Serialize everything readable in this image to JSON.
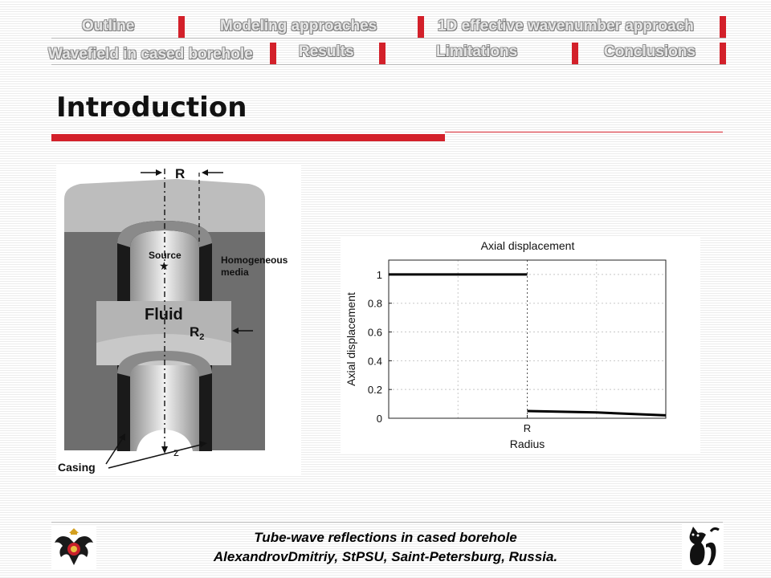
{
  "nav": {
    "outline": "Outline",
    "modeling": "Modeling approaches",
    "effective": "1D effective wavenumber approach",
    "wavefield": "Wavefield in cased borehole",
    "results": "Results",
    "limitations": "Limitations",
    "conclusions": "Conclusions"
  },
  "title": "Introduction",
  "diagram": {
    "radius_label": "R",
    "source_label": "Source",
    "fluid_label": "Fluid",
    "r2_label": "R",
    "r2_sub": "2",
    "media_line1": "Homogeneous",
    "media_line2": "media",
    "z_label": "z",
    "casing_label": "Casing"
  },
  "chart_data": {
    "type": "line",
    "title": "Axial displacement",
    "xlabel": "Radius",
    "ylabel": "Axial displacement",
    "x_tick_labels": [
      "R"
    ],
    "ylim": [
      0,
      1.1
    ],
    "y_ticks": [
      0,
      0.2,
      0.4,
      0.6,
      0.8,
      1
    ],
    "y_tick_labels": [
      "0",
      "0.2",
      "0.4",
      "0.6",
      "0.8",
      "1"
    ],
    "grid": true,
    "series": [
      {
        "points": [
          [
            0,
            1.0
          ],
          [
            1.0,
            1.0
          ]
        ]
      },
      {
        "points": [
          [
            1.0,
            0.05
          ],
          [
            1.5,
            0.04
          ],
          [
            2.0,
            0.02
          ]
        ]
      }
    ],
    "xlim": [
      0,
      2.0
    ],
    "x_grid": [
      0.5,
      1.0,
      1.5
    ]
  },
  "footer": {
    "line1": "Tube-wave reflections in cased borehole",
    "line2": "AlexandrovDmitriy, StPSU, Saint-Petersburg, Russia."
  },
  "colors": {
    "accent": "#d3202a",
    "nav_text": "#e6e6e6"
  },
  "icons": {
    "left_logo": "coat-of-arms-icon",
    "right_logo": "cat-logo-icon"
  }
}
